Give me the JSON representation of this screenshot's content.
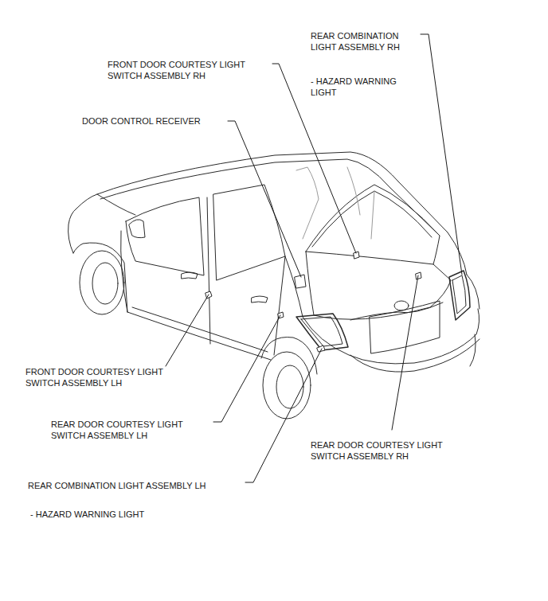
{
  "diagram": {
    "labels": [
      "REAR COMBINATION LIGHT ASSEMBLY RH",
      "FRONT DOOR COURTESY LIGHT SWITCH ASSEMBLY RH",
      "- HAZARD WARNING LIGHT",
      "DOOR CONTROL RECEIVER",
      "FRONT DOOR COURTESY LIGHT SWITCH ASSEMBLY LH",
      "REAR DOOR COURTESY LIGHT SWITCH ASSEMBLY LH",
      "REAR DOOR COURTESY LIGHT SWITCH ASSEMBLY RH",
      "REAR COMBINATION LIGHT ASSEMBLY LH",
      "- HAZARD WARNING LIGHT"
    ]
  }
}
